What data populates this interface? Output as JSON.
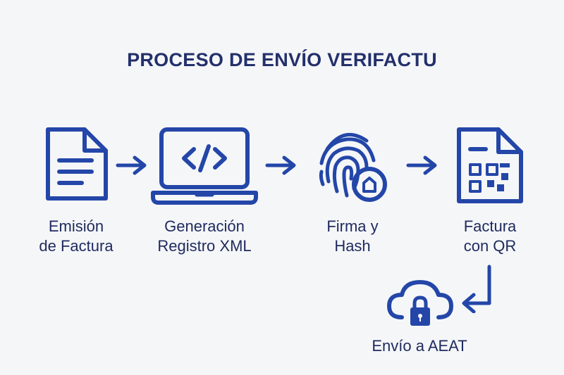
{
  "diagram": {
    "title": "PROCESO DE ENVÍO VERIFACTU",
    "accent_color": "#2346a8",
    "title_color": "#23306b",
    "steps": [
      {
        "icon": "document-icon",
        "label_lines": [
          "Emisión",
          "de Factura"
        ]
      },
      {
        "icon": "laptop-code-icon",
        "label_lines": [
          "Generación",
          "Registro XML"
        ]
      },
      {
        "icon": "fingerprint-lock-icon",
        "label_lines": [
          "Firma y",
          "Hash"
        ]
      },
      {
        "icon": "invoice-qr-icon",
        "label_lines": [
          "Factura",
          "con QR"
        ]
      },
      {
        "icon": "cloud-lock-icon",
        "label_lines": [
          "Envío a AEAT"
        ]
      }
    ],
    "connectors": [
      "arrow-right-icon",
      "arrow-right-icon",
      "arrow-right-icon",
      "arrow-return-left-icon"
    ]
  }
}
